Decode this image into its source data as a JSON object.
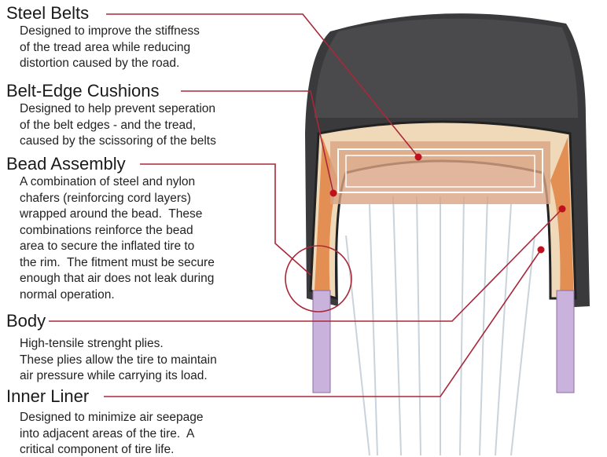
{
  "sections": [
    {
      "title": "Steel Belts",
      "body": "Designed to improve the stiffness\nof the tread area while reducing\ndistortion caused by the road."
    },
    {
      "title": "Belt-Edge Cushions",
      "body": "Designed to help prevent seperation\nof the belt edges - and the tread,\ncaused by the scissoring of the belts"
    },
    {
      "title": "Bead Assembly",
      "body": "A combination of steel and nylon\nchafers (reinforcing cord layers)\nwrapped around the bead.  These\ncombinations reinforce the bead\narea to secure the inflated tire to\nthe rim.  The fitment must be secure\nenough that air does not leak during\nnormal operation."
    },
    {
      "title": "Body",
      "body": "High-tensile strenght plies.\nThese plies allow the tire to maintain\nair pressure while carrying its load."
    },
    {
      "title": "Inner Liner",
      "body": "Designed to minimize air seepage\ninto adjacent areas of the tire.  A\ncritical component of tire life."
    }
  ],
  "colors": {
    "leader": "#a8283a",
    "tread": "#3a3a3c",
    "casing": "#f0d9b8",
    "belt": "#d9a483"
  }
}
